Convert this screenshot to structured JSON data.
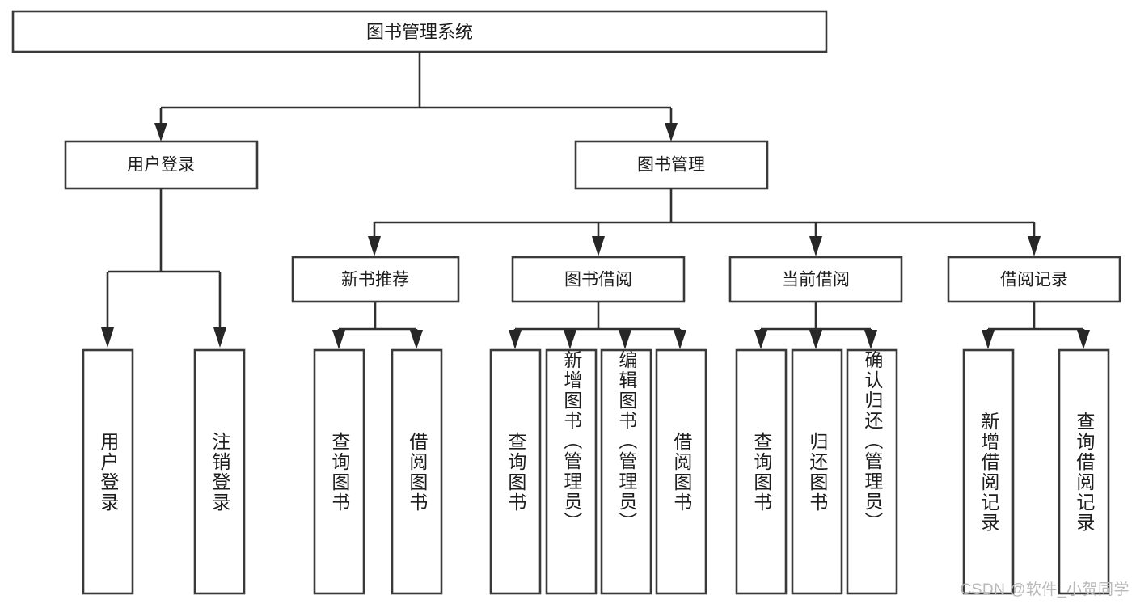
{
  "diagram": {
    "type": "tree",
    "title": "图书管理系统",
    "watermark": "CSDN @软件_小贺同学",
    "root": {
      "label": "图书管理系统"
    },
    "level2": [
      {
        "label": "用户登录"
      },
      {
        "label": "图书管理"
      }
    ],
    "level3": [
      {
        "label": "新书推荐"
      },
      {
        "label": "图书借阅"
      },
      {
        "label": "当前借阅"
      },
      {
        "label": "借阅记录"
      }
    ],
    "leaves": {
      "user_login_children": [
        {
          "label": "用户登录"
        },
        {
          "label": "注销登录"
        }
      ],
      "new_book_children": [
        {
          "label": "查询图书"
        },
        {
          "label": "借阅图书"
        }
      ],
      "book_borrow_children": [
        {
          "label": "查询图书"
        },
        {
          "label": "新增图书（管理员）"
        },
        {
          "label": "编辑图书（管理员）"
        },
        {
          "label": "借阅图书"
        }
      ],
      "current_borrow_children": [
        {
          "label": "查询图书"
        },
        {
          "label": "归还图书"
        },
        {
          "label": "确认归还（管理员）"
        }
      ],
      "borrow_record_children": [
        {
          "label": "新增借阅记录"
        },
        {
          "label": "查询借阅记录"
        }
      ]
    },
    "colors": {
      "box_stroke": "#3a3a3a",
      "connector": "#303030",
      "box_fill": "#ffffff",
      "text": "#1d1d1d",
      "watermark": "#b8b8b8",
      "background": "#ffffff"
    }
  }
}
